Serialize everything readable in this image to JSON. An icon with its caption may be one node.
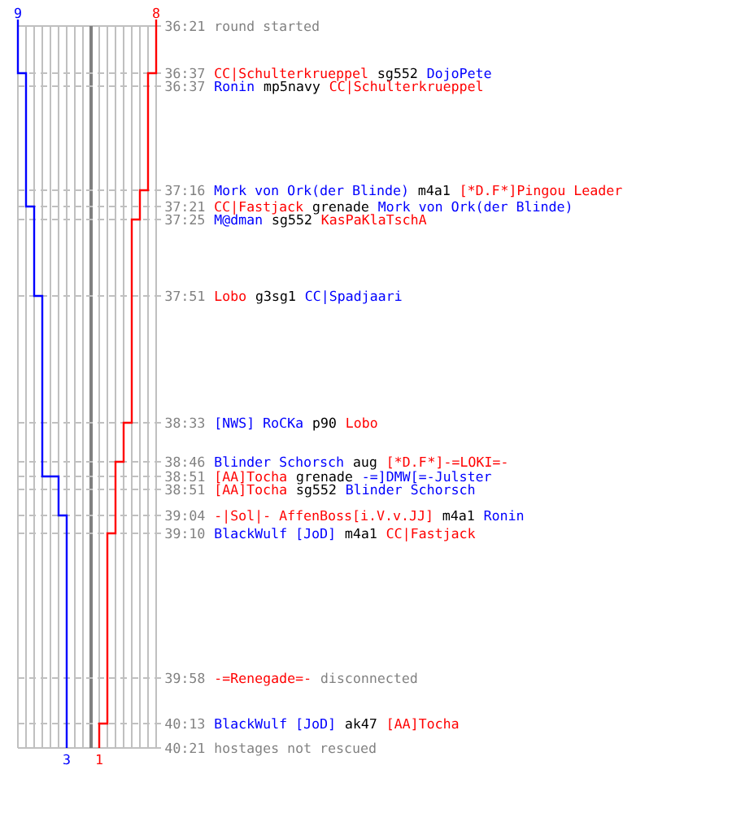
{
  "diagram": {
    "labels": [
      "9",
      "8",
      "36:21",
      "round started",
      "36:37",
      "CC|Schulterkrueppel",
      "sg552",
      "DojoPete",
      "36:37",
      "Ronin",
      "mp5navy",
      "CC|Schulterkrueppel",
      "37:16",
      "Mork von Ork(der Blinde)",
      "m4a1",
      "[*D.F",
      "*]Pingou Leader",
      "37:21",
      "CC|Fastjack",
      "grenade",
      "Mork von Ork(der Blinde)",
      "37:25",
      "M@dman",
      "sg552",
      "KasPaKlaTschA",
      "37:51",
      "Lobo",
      "g3sg1",
      "CC|Spadjaari",
      "38:33",
      "[NWS] RoCKa",
      "p90",
      "Lobo",
      "38:46",
      "Blinder Schorsch",
      "aug",
      "[*D.F",
      "*]-=LOKI=-",
      "38:51",
      "[AA]Tocha",
      "grenade",
      "-=]DMW[=-Julster",
      "38:51",
      "[AA]Tocha",
      "sg552",
      "Blinder Schorsch",
      "39:04",
      "-|Sol|- AffenBoss[i.V.v.JJ]",
      "m4a1",
      "Ronin",
      "39:10",
      "BlackWulf [JoD]",
      "m4a1",
      "CC|Fastjack",
      "39:58",
      "-=Renegade=-",
      "disconnected",
      "40:13",
      "BlackWulf [JoD]",
      "ak47",
      "[AA]Tocha",
      "40:21",
      "hostages not rescued",
      "3",
      "1"
    ]
  }
}
